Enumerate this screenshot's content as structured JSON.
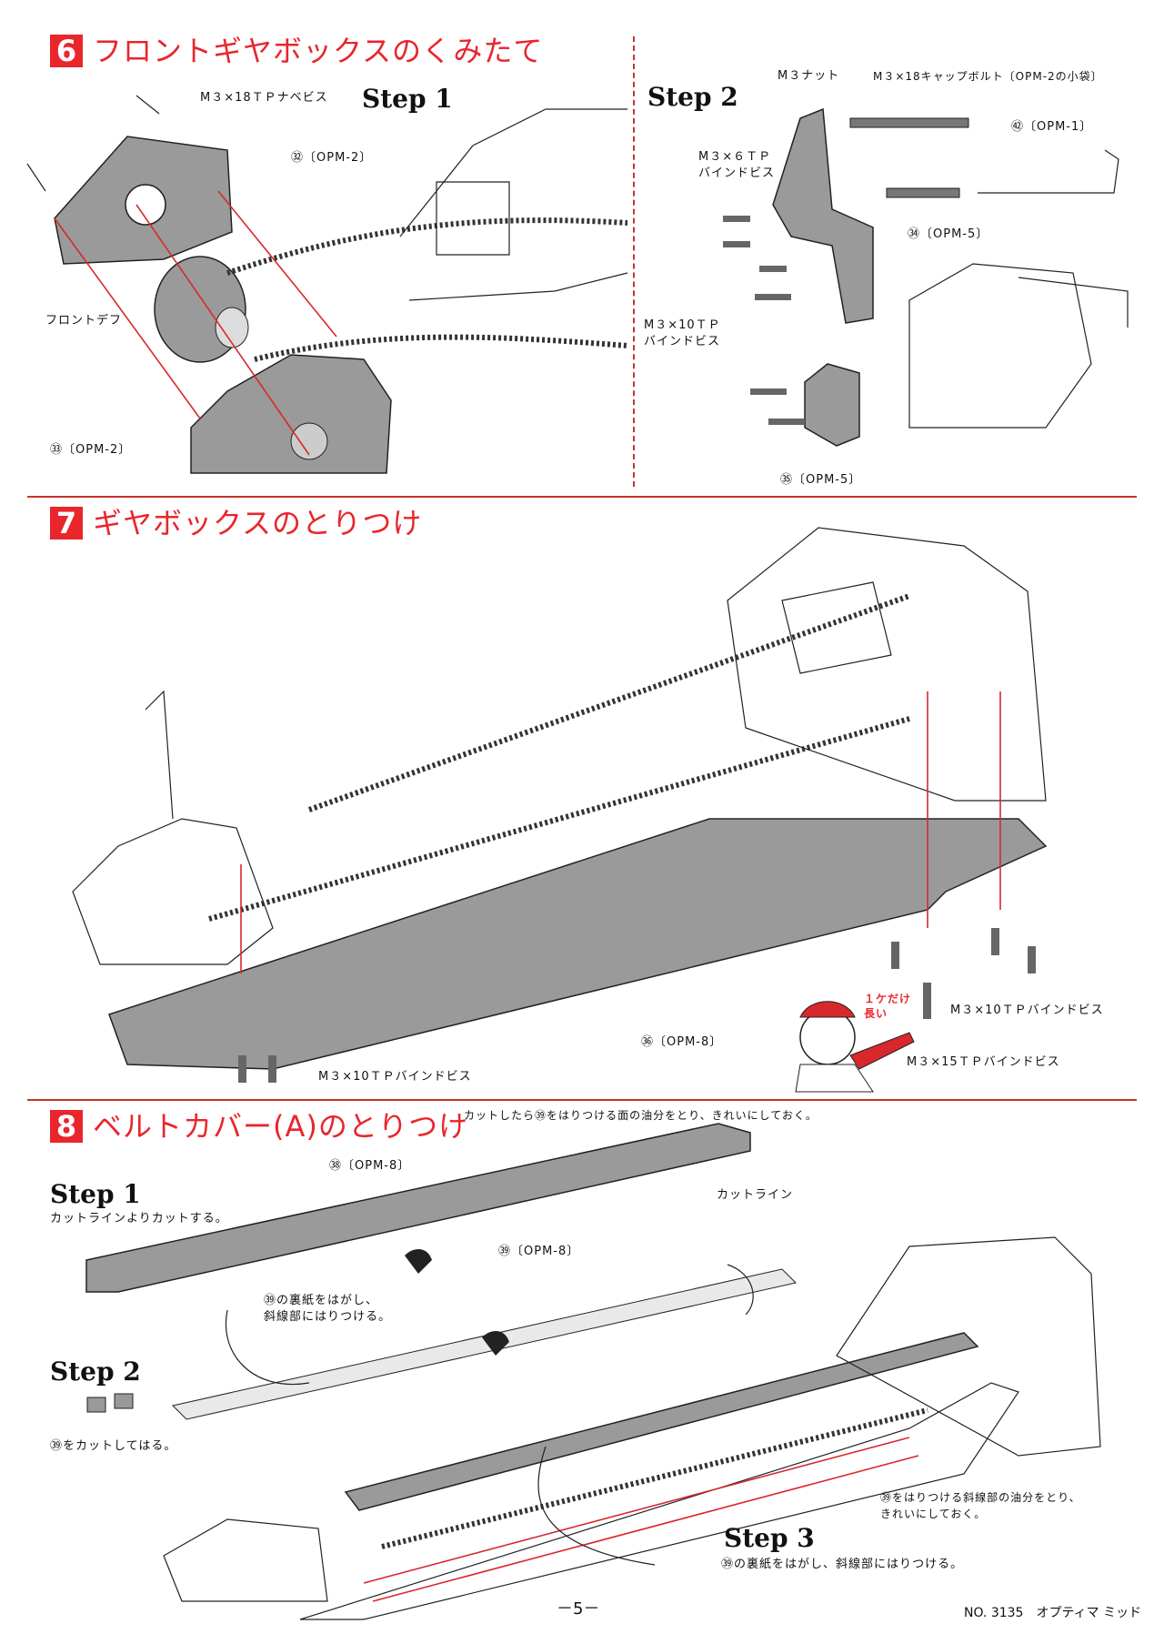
{
  "section6": {
    "number": "6",
    "title": "フロントギヤボックスのくみたて",
    "step1": {
      "label": "Step 1",
      "screw_label": "M３×18ＴＰナベビス",
      "part32": "㉜〔OPM-2〕",
      "front_diff": "フロントデフ",
      "part33": "㉝〔OPM-2〕"
    },
    "step2": {
      "label": "Step 2",
      "nut": "M３ナット",
      "cap_bolt": "M３×18キャップボルト〔OPM-2の小袋〕",
      "part62": "㊷〔OPM-1〕",
      "m3x6_line1": "M３×６ＴＰ",
      "m3x6_line2": "バインドビス",
      "part34": "㉞〔OPM-5〕",
      "m3x10_line1": "M３×10ＴＰ",
      "m3x10_line2": "バインドビス",
      "part35": "㉟〔OPM-5〕"
    }
  },
  "section7": {
    "number": "7",
    "title": "ギヤボックスのとりつけ",
    "screw_right": "M３×10ＴＰバインドビス",
    "screw_long": "M３×15ＴＰバインドビス",
    "mascot_note_line1": "１ケだけ",
    "mascot_note_line2": "長い",
    "part36": "㊱〔OPM-8〕",
    "screw_bottom": "M３×10ＴＰバインドビス"
  },
  "section8": {
    "number": "8",
    "title": "ベルトカバー(A)のとりつけ",
    "cut_note": "カットしたら㊴をはりつける面の油分をとり、きれいにしておく。",
    "part38": "㊳〔OPM-8〕",
    "cut_line": "カットライン",
    "step1": {
      "label": "Step 1",
      "note": "カットラインよりカットする。"
    },
    "part39": "㊴〔OPM-8〕",
    "peel_note_line1": "㊴の裏紙をはがし、",
    "peel_note_line2": "斜線部にはりつける。",
    "step2": {
      "label": "Step 2",
      "note": "㊴をカットしてはる。"
    },
    "oil_note_line1": "㊴をはりつける斜線部の油分をとり、",
    "oil_note_line2": "きれいにしておく。",
    "step3": {
      "label": "Step 3",
      "note": "㊴の裏紙をはがし、斜線部にはりつける。"
    }
  },
  "footer": {
    "page": "－5－",
    "model": "NO. 3135　オプティマ ミッド"
  },
  "colors": {
    "accent": "#e8262c",
    "rule": "#c9312c",
    "part_gray": "#9a9a9a"
  }
}
